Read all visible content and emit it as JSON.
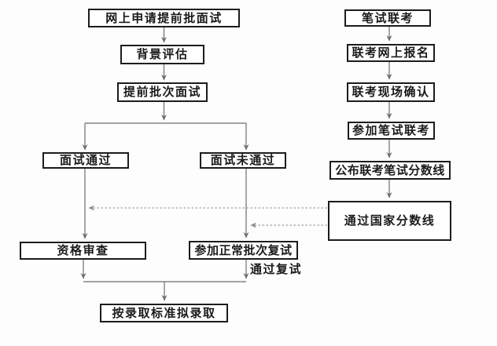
{
  "flowchart": {
    "nodes": {
      "online_apply": "网上申请提前批面试",
      "background_eval": "背景评估",
      "early_interview": "提前批次面试",
      "interview_passed": "面试通过",
      "interview_failed": "面试未通过",
      "qualification_review": "资格审查",
      "normal_retest": "参加正常批次复试",
      "proposed_admission": "按录取标准拟录取",
      "written_exam": "笔试联考",
      "exam_online_reg": "联考网上报名",
      "exam_onsite_confirm": "联考现场确认",
      "take_written_exam": "参加笔试联考",
      "announce_score_line": "公布联考笔试分数线",
      "pass_national_line": "通过国家分数线"
    },
    "edge_labels": {
      "pass_retest": "通过复试"
    },
    "colors": {
      "box_border": "#1c1c1c",
      "box_fill": "#ffffff",
      "connector": "#6e6e6e",
      "dashed_connector": "#8a8a8a",
      "text": "#1a1a1a",
      "background": "#fdfdfd"
    }
  }
}
